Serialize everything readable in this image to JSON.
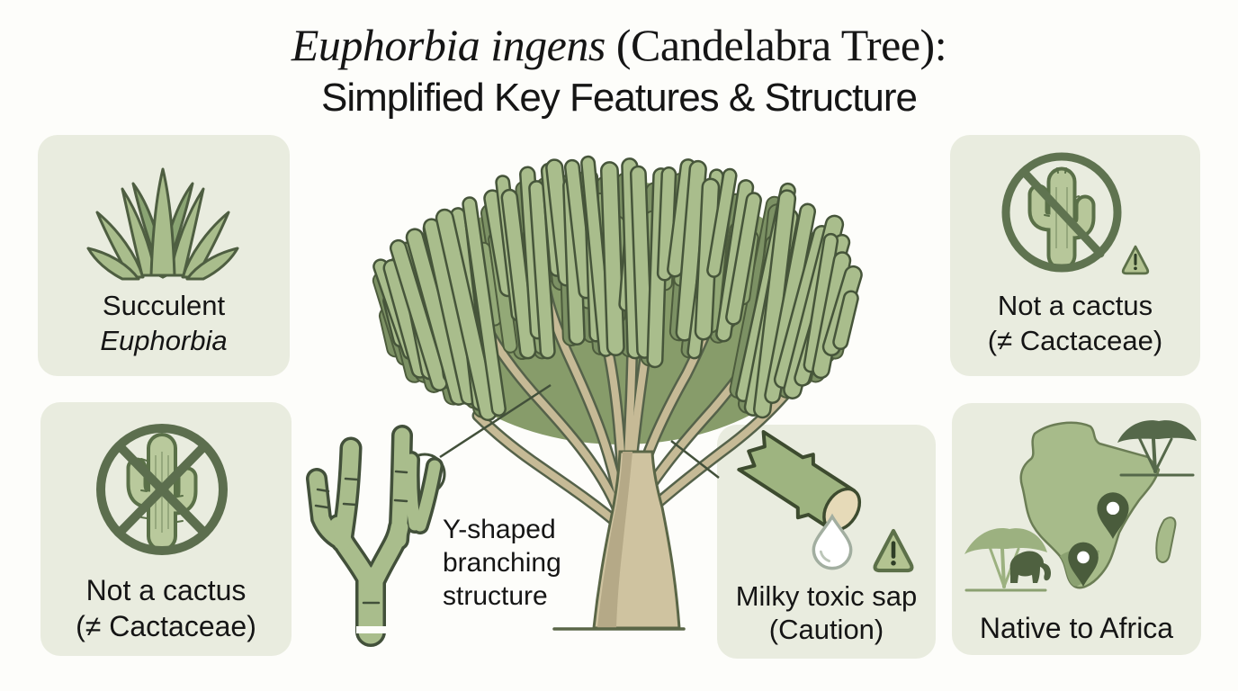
{
  "title": {
    "line1_italic": "Euphorbia ingens",
    "line1_rest": " (Candelabra Tree):",
    "line2": "Simplified Key Features & Structure"
  },
  "cards": {
    "succulent": {
      "line1": "Succulent",
      "line2": "Euphorbia"
    },
    "not_cactus_top": {
      "line1": "Not a cactus",
      "line2": "(≠ Cactaceae)"
    },
    "not_cactus_bottom": {
      "line1": "Not a cactus",
      "line2": "(≠ Cactaceae)"
    },
    "milky_sap": {
      "line1": "Milky toxic sap",
      "line2": "(Caution)"
    },
    "native_africa": {
      "line1": "Native to Africa"
    }
  },
  "center_label": {
    "lines": [
      "Y-shaped",
      "branching",
      "structure"
    ]
  },
  "icons": {
    "succulent": "agave-rosette-icon",
    "not_cactus_top": "no-cactus-slash-icon",
    "not_cactus_bottom": "no-cactus-cross-icon",
    "warning": "warning-triangle-icon",
    "milky_sap": "cut-stem-drop-icon",
    "africa_map": "africa-map-icon",
    "location_pin": "location-pin-icon",
    "acacia": "acacia-tree-icon",
    "elephant": "elephant-icon",
    "tree": "candelabra-tree-illustration",
    "y_branch": "y-branch-illustration",
    "callout": "magnifier-circle"
  },
  "colors": {
    "background": "#fdfdfa",
    "card_bg": "#e9ecdf",
    "leaf_green_light": "#a9bd8c",
    "leaf_green_mid": "#93a977",
    "leaf_green_dark": "#7c9164",
    "under_canopy": "#879c6a",
    "outline_green": "#46553a",
    "icon_stroke_green": "#5f7350",
    "trunk_tan": "#cfc3a0",
    "branch_tan": "#c6ba96",
    "cut_face_tan": "#e6dab8",
    "pin_green": "#4a5c3c",
    "text": "#151515",
    "sap_drop": "#ffffff"
  }
}
